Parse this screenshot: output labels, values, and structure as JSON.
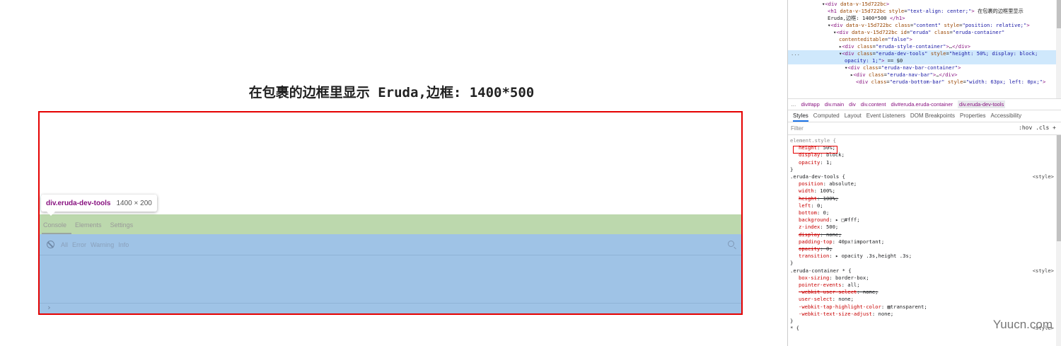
{
  "page": {
    "title": "在包裹的边框里显示 Eruda,边框: 1400*500"
  },
  "tooltip": {
    "name": "div.eruda-dev-tools",
    "size": "1400 × 200"
  },
  "eruda": {
    "tabs": [
      "Console",
      "Elements",
      "Settings"
    ],
    "filters": [
      "All",
      "Error",
      "Warning",
      "Info"
    ],
    "prompt": "›"
  },
  "devtools": {
    "elements": [
      {
        "indent": 6,
        "html": "▾<span class='tag'>&lt;div</span> <span class='attr'>data-v-15d722bc</span><span class='tag'>&gt;</span>"
      },
      {
        "indent": 7,
        "html": "<span class='tag'>&lt;h1</span> <span class='attr'>data-v-15d722bc</span> <span class='attr'>style</span>=<span class='val'>\"text-align: center;\"</span><span class='tag'>&gt;</span> <span class='txt'>在包裹的边框里显示</span>"
      },
      {
        "indent": 7,
        "html": "<span class='txt'>Eruda,边框: 1400*500 </span><span class='tag'>&lt;/h1&gt;</span>"
      },
      {
        "indent": 7,
        "html": "▾<span class='tag'>&lt;div</span> <span class='attr'>data-v-15d722bc</span> <span class='attr'>class</span>=<span class='val'>\"content\"</span> <span class='attr'>style</span>=<span class='val'>\"position: relative;\"</span><span class='tag'>&gt;</span>"
      },
      {
        "indent": 8,
        "html": "▾<span class='tag'>&lt;div</span> <span class='attr'>data-v-15d722bc</span> <span class='attr'>id</span>=<span class='val'>\"eruda\"</span> <span class='attr'>class</span>=<span class='val'>\"eruda-container\"</span>"
      },
      {
        "indent": 9,
        "html": "<span class='attr'>contenteditable</span>=<span class='val'>\"false\"</span><span class='tag'>&gt;</span>"
      },
      {
        "indent": 9,
        "html": "▸<span class='tag'>&lt;div</span> <span class='attr'>class</span>=<span class='val'>\"eruda-style-container\"</span><span class='tag'>&gt;</span>…<span class='tag'>&lt;/div&gt;</span>"
      },
      {
        "indent": 9,
        "selected": true,
        "html": "▾<span class='tag'>&lt;div</span> <span class='attr'>class</span>=<span class='val'>\"eruda-dev-tools\"</span> <span class='attr'>style</span>=<span class='val'>\"height: 50%; display: block;</span>"
      },
      {
        "indent": 10,
        "selected": true,
        "html": "<span class='val'>opacity: 1;\"</span><span class='tag'>&gt;</span> == <span class='txt'>$0</span>"
      },
      {
        "indent": 10,
        "html": "▾<span class='tag'>&lt;div</span> <span class='attr'>class</span>=<span class='val'>\"eruda-nav-bar-container\"</span><span class='tag'>&gt;</span>"
      },
      {
        "indent": 11,
        "html": "▸<span class='tag'>&lt;div</span> <span class='attr'>class</span>=<span class='val'>\"eruda-nav-bar\"</span><span class='tag'>&gt;</span>…<span class='tag'>&lt;/div&gt;</span>"
      },
      {
        "indent": 12,
        "html": "<span class='tag'>&lt;div</span> <span class='attr'>class</span>=<span class='val'>\"eruda-bottom-bar\"</span> <span class='attr'>style</span>=<span class='val'>\"width: 63px; left: 0px;\"</span><span class='tag'>&gt;</span>"
      }
    ],
    "breadcrumb": [
      "div#app",
      "div.main",
      "div",
      "div.content",
      "div#eruda.eruda-container",
      "div.eruda-dev-tools"
    ],
    "subtabs": [
      "Styles",
      "Computed",
      "Layout",
      "Event Listeners",
      "DOM Breakpoints",
      "Properties",
      "Accessibility"
    ],
    "filter_placeholder": "Filter",
    "filter_tools": ":hov .cls +",
    "styles": [
      {
        "sel": "element.style {",
        "muted": true
      },
      {
        "prop": "height",
        "val": "50%;"
      },
      {
        "prop": "display",
        "val": "block;"
      },
      {
        "prop": "opacity",
        "val": "1;"
      },
      {
        "close": "}"
      },
      {
        "sel": ".eruda-dev-tools {",
        "src": "<style>"
      },
      {
        "prop": "position",
        "val": "absolute;"
      },
      {
        "prop": "width",
        "val": "100%;"
      },
      {
        "prop": "height",
        "val": "100%;",
        "strike": true
      },
      {
        "prop": "left",
        "val": "0;"
      },
      {
        "prop": "bottom",
        "val": "0;"
      },
      {
        "prop": "background",
        "val": "▸ □#fff;"
      },
      {
        "prop": "z-index",
        "val": "500;"
      },
      {
        "prop": "display",
        "val": "none;",
        "strike": true
      },
      {
        "prop": "padding-top",
        "val": "40px!important;"
      },
      {
        "prop": "opacity",
        "val": "0;",
        "strike": true
      },
      {
        "prop": "transition",
        "val": "▸ opacity .3s,height .3s;"
      },
      {
        "close": "}"
      },
      {
        "sel": ".eruda-container * {",
        "src": "<style>"
      },
      {
        "prop": "box-sizing",
        "val": "border-box;"
      },
      {
        "prop": "pointer-events",
        "val": "all;"
      },
      {
        "prop": "-webkit-user-select",
        "val": "none;",
        "strike": true
      },
      {
        "prop": "user-select",
        "val": "none;"
      },
      {
        "prop": "-webkit-tap-highlight-color",
        "val": "▨transparent;"
      },
      {
        "prop": "-webkit-text-size-adjust",
        "val": "none;"
      },
      {
        "close": "}"
      },
      {
        "sel": "* {",
        "src": "<style>"
      }
    ]
  },
  "watermark": "Yuucn.com"
}
